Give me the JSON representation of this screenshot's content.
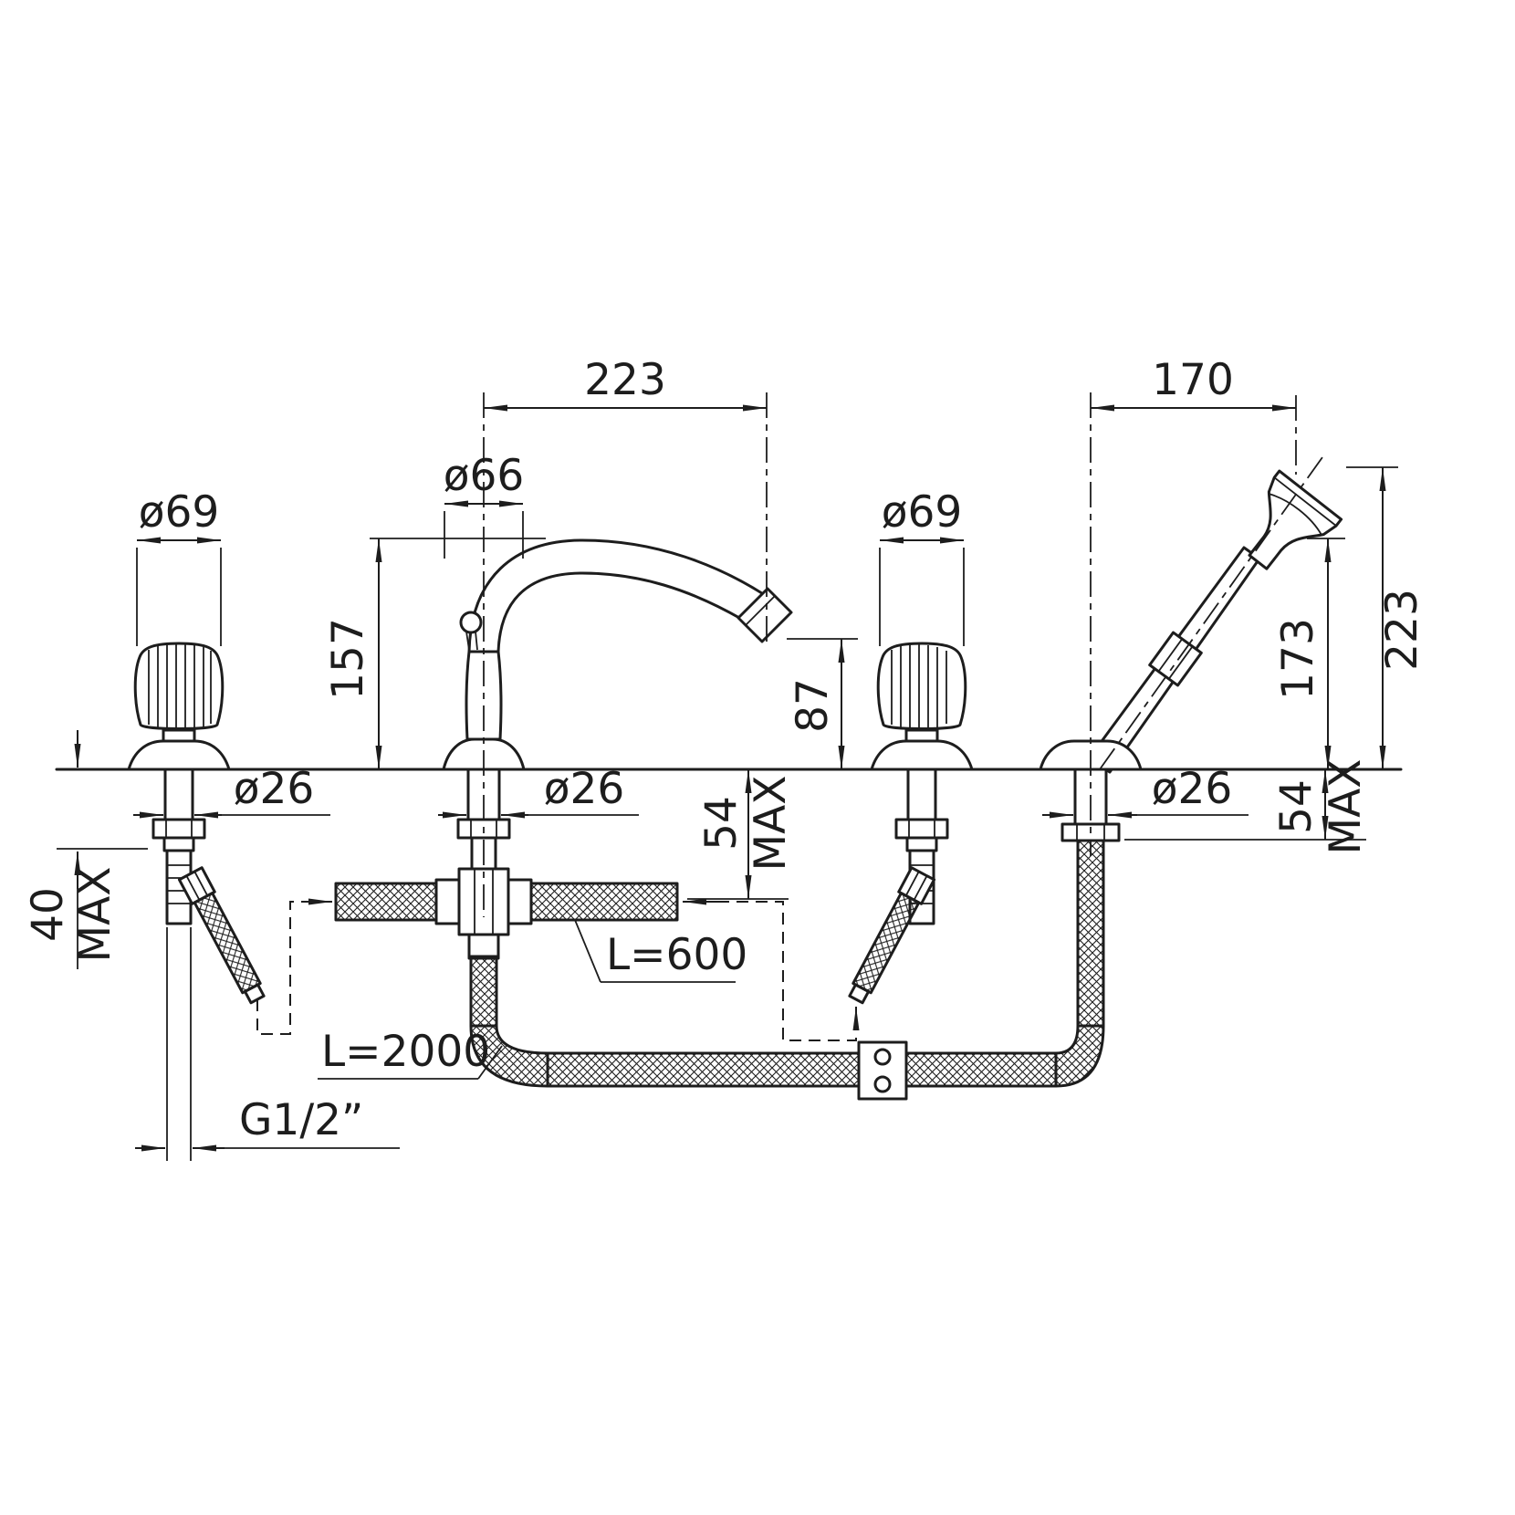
{
  "drawing": {
    "background": "#ffffff",
    "line_color": "#1d1d1d",
    "labels": {
      "spout_reach": "223",
      "shower_reach": "170",
      "spout_base_dia": "ø66",
      "left_handle_dia": "ø69",
      "right_handle_dia": "ø69",
      "spout_height": "157",
      "outlet_height": "87",
      "shower_body_height": "173",
      "shower_total_height": "223",
      "left_shank_dia": "ø26",
      "center_shank_dia": "ø26",
      "right_shank_dia": "ø26",
      "center_deck_depth": "54",
      "center_deck_depth_max": "MAX",
      "right_deck_depth": "54",
      "right_deck_depth_max": "MAX",
      "left_deck_depth": "40",
      "left_deck_depth_max": "MAX",
      "supply_hose_length": "L=600",
      "shower_hose_length": "L=2000",
      "thread_size": "G1/2”"
    }
  }
}
